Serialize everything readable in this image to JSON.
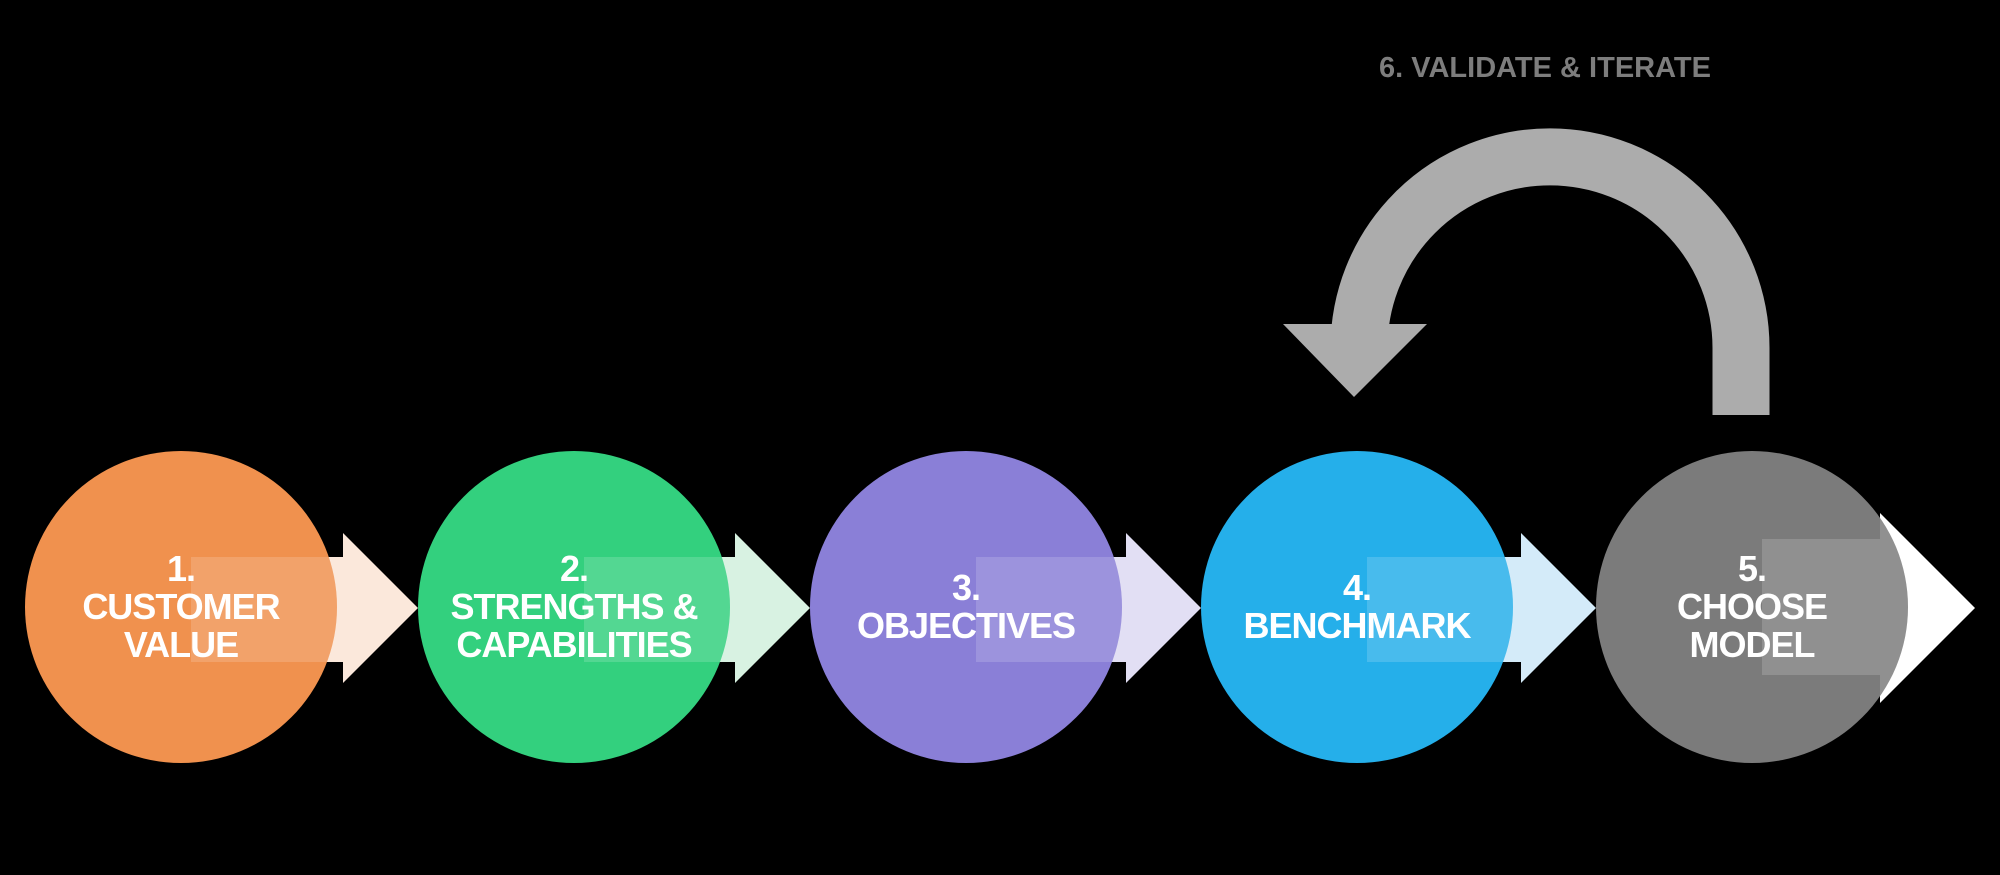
{
  "background": "#000000",
  "title": {
    "text": "6. VALIDATE & ITERATE",
    "color": "#7D7D7D"
  },
  "loop_arrow": {
    "color": "#ACACAC"
  },
  "text_color": "#FFFFFF",
  "band_overlay": "rgba(255,255,255,0.16)",
  "steps": [
    {
      "number": "1.",
      "lines": [
        "CUSTOMER",
        "VALUE"
      ],
      "color": "#F0914E",
      "arrow_color": "#FBE8DB"
    },
    {
      "number": "2.",
      "lines": [
        "STRENGTHS &",
        "CAPABILITIES"
      ],
      "color": "#33D07E",
      "arrow_color": "#D8F2E2"
    },
    {
      "number": "3.",
      "lines": [
        "OBJECTIVES"
      ],
      "color": "#8A7FD7",
      "arrow_color": "#E2DFF4"
    },
    {
      "number": "4.",
      "lines": [
        "BENCHMARK"
      ],
      "color": "#25AFEA",
      "arrow_color": "#D4EBF9"
    },
    {
      "number": "5.",
      "lines": [
        "CHOOSE",
        "MODEL"
      ],
      "color": "#7B7B7B",
      "arrow_color": "#FFFFFF"
    }
  ]
}
